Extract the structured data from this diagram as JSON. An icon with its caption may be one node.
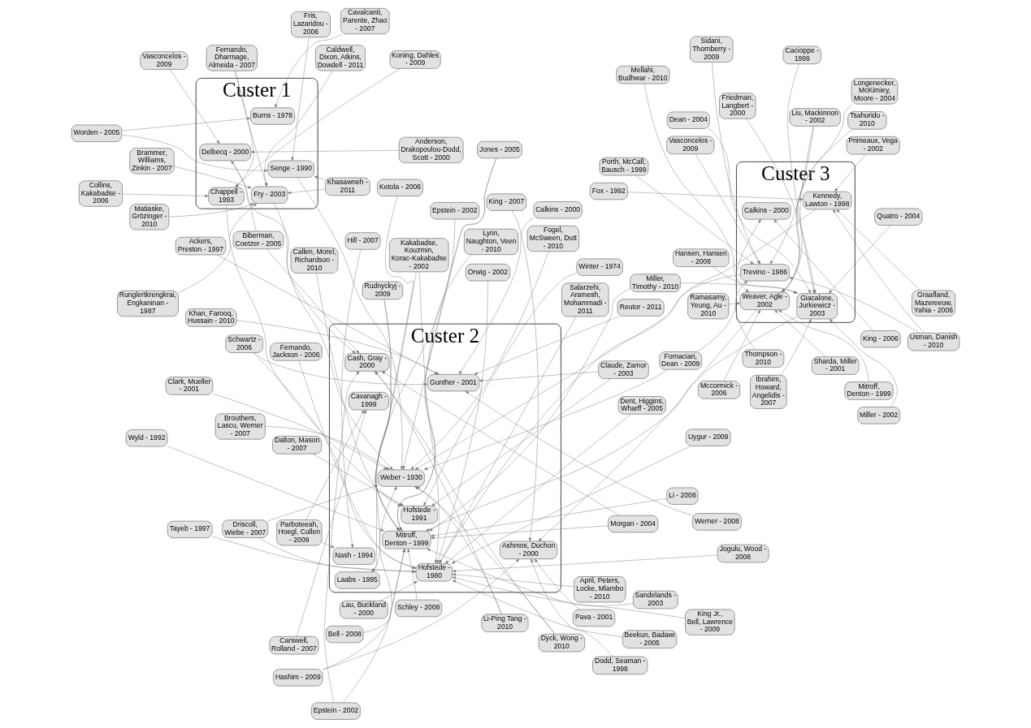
{
  "diagram": {
    "nodes": [
      {
        "text": [
          "Custer 1"
        ]
      },
      {
        "text": [
          "Fry - 2003"
        ],
        "in": 0
      },
      {
        "text": [
          "Burns - 1978"
        ],
        "in": 0
      },
      {
        "text": [
          "Delbecq - 2000"
        ],
        "in": 0
      },
      {
        "text": [
          "Chappell - 1993"
        ],
        "in": 0
      },
      {
        "text": [
          "Senge - 1990"
        ],
        "in": 0
      },
      {
        "text": [
          "Custer 2"
        ]
      },
      {
        "text": [
          "Cash, Gray - 2000"
        ],
        "in": 6
      },
      {
        "text": [
          "Cavanagh - 1999"
        ],
        "in": 6
      },
      {
        "text": [
          "Gunther - 2001"
        ],
        "in": 6
      },
      {
        "text": [
          "Hofstede - 1991"
        ],
        "in": 6
      },
      {
        "text": [
          "Weber - 1930"
        ],
        "in": 6
      },
      {
        "text": [
          "Nash - 1994"
        ],
        "in": 6
      },
      {
        "text": [
          "Ashmos, Duchon - 2000"
        ],
        "in": 6
      },
      {
        "text": [
          "Hofstede - 1980"
        ],
        "in": 6
      },
      {
        "text": [
          "Laabs - 1995"
        ],
        "in": 6
      },
      {
        "text": [
          "Mitroff, Denton - 1999"
        ],
        "in": 6
      },
      {
        "text": [
          "Custer 3"
        ]
      },
      {
        "text": [
          "Trevino - 1986"
        ],
        "in": 17
      },
      {
        "text": [
          "Kennedy, Lawton - 1998"
        ],
        "in": 17
      },
      {
        "text": [
          "Calkins - 2000"
        ],
        "in": 17
      },
      {
        "text": [
          "Weaver, Agle - 2002"
        ],
        "in": 17
      },
      {
        "text": [
          "Giacalone, Jurkiewicz - 2003"
        ],
        "in": 17
      },
      {
        "text": [
          "Khasawneh - 2011"
        ]
      },
      {
        "text": [
          "Cavalcanti, Parente, Zhao - 2007"
        ]
      },
      {
        "text": [
          "Fernando, Dharmage, Almeida - 2007"
        ]
      },
      {
        "text": [
          "Anderson, Drakopoulou-Dodd, Scott - 2000"
        ]
      },
      {
        "text": [
          "Biberman, Coetzer - 2005"
        ]
      },
      {
        "text": [
          "Vasconcelos - 2009"
        ]
      },
      {
        "text": [
          "Morgan - 2004"
        ]
      },
      {
        "text": [
          "Dalton, Mason - 2007"
        ]
      },
      {
        "text": [
          "Li-Ping Tang - 2010"
        ]
      },
      {
        "text": [
          "Carswell, Rolland - 2007"
        ]
      },
      {
        "text": [
          "Parboteeah, Hoegl, Cullen - 2009"
        ]
      },
      {
        "text": [
          "Brouthers, Lascu, Werner - 2007"
        ]
      },
      {
        "text": [
          "Schwartz - 2006"
        ]
      },
      {
        "text": [
          "Calkins - 2000"
        ]
      },
      {
        "text": [
          "King - 2007"
        ]
      },
      {
        "text": [
          "Reutor - 2011"
        ]
      },
      {
        "text": [
          "Hill - 2007"
        ]
      },
      {
        "text": [
          "Ackers, Preston - 1997"
        ]
      },
      {
        "text": [
          "Epstein - 2002"
        ]
      },
      {
        "text": [
          "Salarzehi, Aramesh, Mohammadi - 2011"
        ]
      },
      {
        "text": [
          "Werner - 2008"
        ]
      },
      {
        "text": [
          "Khan, Farooq, Hussain - 2010"
        ]
      },
      {
        "text": [
          "Fogel, McSween, Dutt - 2010"
        ]
      },
      {
        "text": [
          "Claude, Zamor - 2003"
        ]
      },
      {
        "text": [
          "April, Peters, Locke, Mlambo - 2010"
        ]
      },
      {
        "text": [
          "Clark, Mueller - 2001"
        ]
      },
      {
        "text": [
          "Tayeb - 1997"
        ]
      },
      {
        "text": [
          "Jones - 2005"
        ]
      },
      {
        "text": [
          "Dent, Higgins, Wharff - 2005"
        ]
      },
      {
        "text": [
          "Driscoll, Wiebe - 2007"
        ]
      },
      {
        "text": [
          "Orwig - 2002"
        ]
      },
      {
        "text": [
          "Fernando, Jackson - 2006"
        ]
      },
      {
        "text": [
          "Lau, Buckland - 2000"
        ]
      },
      {
        "text": [
          "Wyld - 1992"
        ]
      },
      {
        "text": [
          "King Jr., Bell, Lawrence - 2009"
        ]
      },
      {
        "text": [
          "Bell - 2008"
        ]
      },
      {
        "text": [
          "Schley - 2008"
        ]
      },
      {
        "text": [
          "Beekun, Badawi - 2005"
        ]
      },
      {
        "text": [
          "Hashim - 2009"
        ]
      },
      {
        "text": [
          "Ketola - 2006"
        ]
      },
      {
        "text": [
          "Jogulu, Wood - 2008"
        ]
      },
      {
        "text": [
          "Rudnyckyj - 2009"
        ]
      },
      {
        "text": [
          "Li - 2008"
        ]
      },
      {
        "text": [
          "Sandelands - 2003"
        ]
      },
      {
        "text": [
          "Dodd, Seaman - 1998"
        ]
      },
      {
        "text": [
          "Uygur - 2009"
        ]
      },
      {
        "text": [
          "Epstein - 2002"
        ]
      },
      {
        "text": [
          "Kakabadse, Kouzmin, Korac-Kakabadse - 2002"
        ]
      },
      {
        "text": [
          "Lynn, Naughton, Veen - 2010"
        ]
      },
      {
        "text": [
          "Ramasamy, Yeung, Au - 2010"
        ]
      },
      {
        "text": [
          "Hansen, Hansen - 2008"
        ]
      },
      {
        "text": [
          "Miller - 2002"
        ]
      },
      {
        "text": [
          "King - 2006"
        ]
      },
      {
        "text": [
          "Dean - 2004"
        ]
      },
      {
        "text": [
          "Miller, Timothy - 2010"
        ]
      },
      {
        "text": [
          "Ibrahim, Howard, Angelidis - 2007"
        ]
      },
      {
        "text": [
          "Mitroff, Denton - 1999"
        ]
      },
      {
        "text": [
          "Mellahi, Budhwar - 2010"
        ]
      },
      {
        "text": [
          "Tsahuridu - 2010"
        ]
      },
      {
        "text": [
          "Liu, Mackinnon - 2002"
        ]
      },
      {
        "text": [
          "Friedman, Langbert - 2000"
        ]
      },
      {
        "text": [
          "Primeaux, Vega - 2002"
        ]
      },
      {
        "text": [
          "Quatro - 2004"
        ]
      },
      {
        "text": [
          "Graafland, Mazereeuw, Yahia - 2006"
        ]
      },
      {
        "text": [
          "Cacioppe - 1999"
        ]
      },
      {
        "text": [
          "Thompson - 2010"
        ]
      },
      {
        "text": [
          "Sharda, Miller - 2001"
        ]
      },
      {
        "text": [
          "Mccormick - 2006"
        ]
      },
      {
        "text": [
          "Usman, Danish - 2010"
        ]
      },
      {
        "text": [
          "Longenecker, McKimiey, Moore - 2004"
        ]
      },
      {
        "text": [
          "Vasconcelos - 2009"
        ]
      },
      {
        "text": [
          "Fox - 1992"
        ]
      },
      {
        "text": [
          "Sidani, Thornberry - 2009"
        ]
      },
      {
        "text": [
          "Porth, McCall, Bausch - 1999"
        ]
      },
      {
        "text": [
          "Fornaciari, Dean - 2009"
        ]
      },
      {
        "text": [
          "Pava - 2001"
        ]
      },
      {
        "text": [
          "Callen, Morel, Richardson - 2010"
        ]
      },
      {
        "text": [
          "Winter - 1974"
        ]
      },
      {
        "text": [
          "Dyck, Wong - 2010"
        ]
      },
      {
        "text": [
          "Fris, Lazaridou - 2006"
        ]
      },
      {
        "text": [
          "Koning, Dahles - 2009"
        ]
      },
      {
        "text": [
          "Collins, Kakabadse - 2006"
        ]
      },
      {
        "text": [
          "Caldwell, Dixon, Atkins, Dowdell - 2011"
        ]
      },
      {
        "text": [
          "Brammer, Williams, Zinkin - 2007"
        ]
      },
      {
        "text": [
          "Matiaske, Grözinger - 2010"
        ]
      },
      {
        "text": [
          "Runglertkrengkrai, Engkaninan - 1987"
        ]
      },
      {
        "text": [
          "Worden - 2005"
        ]
      }
    ],
    "edges": [
      {
        "from": 23,
        "to": 1,
        "arrow": "to"
      },
      {
        "from": 24,
        "to": 2,
        "arrow": "to"
      },
      {
        "from": 25,
        "to": 4,
        "arrow": "to"
      },
      {
        "from": 26,
        "to": 3,
        "arrow": "to"
      },
      {
        "from": 27,
        "to": 7,
        "arrow": "to"
      },
      {
        "from": 28,
        "to": 3,
        "arrow": "to"
      },
      {
        "from": 29,
        "to": 16,
        "arrow": "to"
      },
      {
        "from": 30,
        "to": 10,
        "arrow": "to"
      },
      {
        "from": 31,
        "to": 7,
        "arrow": "to"
      },
      {
        "from": 32,
        "to": 8,
        "arrow": "to"
      },
      {
        "from": 33,
        "to": 8,
        "arrow": "to"
      },
      {
        "from": 34,
        "to": 11,
        "arrow": "to"
      },
      {
        "from": 35,
        "to": 9,
        "arrow": "to"
      },
      {
        "from": 36,
        "to": 9,
        "arrow": "to"
      },
      {
        "from": 37,
        "to": 13,
        "arrow": "to"
      },
      {
        "from": 38,
        "to": 9,
        "arrow": "to"
      },
      {
        "from": 39,
        "to": 12,
        "arrow": "to"
      },
      {
        "from": 40,
        "to": 9,
        "arrow": "to"
      },
      {
        "from": 41,
        "to": 11,
        "arrow": "to"
      },
      {
        "from": 42,
        "to": 14,
        "arrow": "to"
      },
      {
        "from": 43,
        "to": 9,
        "arrow": "to"
      },
      {
        "from": 44,
        "to": 9,
        "arrow": "to"
      },
      {
        "from": 45,
        "to": 11,
        "arrow": "to"
      },
      {
        "from": 46,
        "to": 9,
        "arrow": "to"
      },
      {
        "from": 47,
        "to": 14,
        "arrow": "to"
      },
      {
        "from": 48,
        "to": 11,
        "arrow": "to"
      },
      {
        "from": 49,
        "to": 14,
        "arrow": "to"
      },
      {
        "from": 50,
        "to": 11,
        "arrow": "to"
      },
      {
        "from": 51,
        "to": 14,
        "arrow": "to"
      },
      {
        "from": 52,
        "to": 14,
        "arrow": "to"
      },
      {
        "from": 53,
        "to": 14,
        "arrow": "to"
      },
      {
        "from": 54,
        "to": 14,
        "arrow": "to"
      },
      {
        "from": 55,
        "to": 14,
        "arrow": "to"
      },
      {
        "from": 56,
        "to": 16,
        "arrow": "to"
      },
      {
        "from": 57,
        "to": 14,
        "arrow": "to"
      },
      {
        "from": 58,
        "to": 16,
        "arrow": "to"
      },
      {
        "from": 59,
        "to": 16,
        "arrow": "to"
      },
      {
        "from": 60,
        "to": 14,
        "arrow": "to"
      },
      {
        "from": 61,
        "to": 16,
        "arrow": "to"
      },
      {
        "from": 62,
        "to": 16,
        "arrow": "to"
      },
      {
        "from": 63,
        "to": 14,
        "arrow": "to"
      },
      {
        "from": 64,
        "to": 16,
        "arrow": "to"
      },
      {
        "from": 65,
        "to": 16,
        "arrow": "to"
      },
      {
        "from": 66,
        "to": 16,
        "arrow": "to"
      },
      {
        "from": 67,
        "to": 13,
        "arrow": "to"
      },
      {
        "from": 68,
        "to": 14,
        "arrow": "to"
      },
      {
        "from": 69,
        "to": 15,
        "arrow": "to"
      },
      {
        "from": 70,
        "to": 16,
        "arrow": "to"
      },
      {
        "from": 71,
        "to": 16,
        "arrow": "to"
      },
      {
        "from": 72,
        "to": 21,
        "arrow": "to"
      },
      {
        "from": 73,
        "to": 22,
        "arrow": "to"
      },
      {
        "from": 74,
        "to": 22,
        "arrow": "to"
      },
      {
        "from": 75,
        "to": 20,
        "arrow": "to"
      },
      {
        "from": 76,
        "to": 22,
        "arrow": "to"
      },
      {
        "from": 77,
        "to": 22,
        "arrow": "to"
      },
      {
        "from": 78,
        "to": 22,
        "arrow": "to"
      },
      {
        "from": 79,
        "to": 21,
        "arrow": "to"
      },
      {
        "from": 80,
        "to": 21,
        "arrow": "to"
      },
      {
        "from": 81,
        "to": 21,
        "arrow": "to"
      },
      {
        "from": 82,
        "to": 18,
        "arrow": "to"
      },
      {
        "from": 83,
        "to": 22,
        "arrow": "to"
      },
      {
        "from": 84,
        "to": 19,
        "arrow": "to"
      },
      {
        "from": 85,
        "to": 22,
        "arrow": "to"
      },
      {
        "from": 86,
        "to": 19,
        "arrow": "to"
      },
      {
        "from": 87,
        "to": 22,
        "arrow": "to"
      },
      {
        "from": 88,
        "to": 18,
        "arrow": "to"
      },
      {
        "from": 89,
        "to": 21,
        "arrow": "to"
      },
      {
        "from": 90,
        "to": 21,
        "arrow": "to"
      },
      {
        "from": 91,
        "to": 18,
        "arrow": "to"
      },
      {
        "from": 92,
        "to": 21,
        "arrow": "to"
      },
      {
        "from": 93,
        "to": 18,
        "arrow": "to"
      },
      {
        "from": 94,
        "to": 19,
        "arrow": "to"
      },
      {
        "from": 95,
        "to": 18,
        "arrow": "to"
      },
      {
        "from": 96,
        "to": 18,
        "arrow": "to"
      },
      {
        "from": 97,
        "to": 11,
        "arrow": "to"
      },
      {
        "from": 98,
        "to": 13,
        "arrow": "to"
      },
      {
        "from": 99,
        "to": 10,
        "arrow": "to"
      },
      {
        "from": 100,
        "to": 10,
        "arrow": "to"
      },
      {
        "from": 101,
        "to": 7,
        "arrow": "to"
      },
      {
        "from": 102,
        "to": 5,
        "arrow": "to"
      },
      {
        "from": 103,
        "to": 4,
        "arrow": "to"
      },
      {
        "from": 104,
        "to": 4,
        "arrow": "to"
      },
      {
        "from": 105,
        "to": 1,
        "arrow": "to"
      },
      {
        "from": 106,
        "to": 1,
        "arrow": "to"
      },
      {
        "from": 107,
        "to": 1,
        "arrow": "to"
      },
      {
        "from": 108,
        "to": 1,
        "arrow": "to"
      },
      {
        "from": 109,
        "to": 5,
        "arrow": "to"
      },
      {
        "from": 23,
        "to": 5,
        "arrow": "to"
      },
      {
        "from": 25,
        "to": 1,
        "arrow": "to"
      },
      {
        "from": 27,
        "to": 3,
        "arrow": "to"
      },
      {
        "from": 29,
        "to": 7,
        "arrow": "to"
      },
      {
        "from": 31,
        "to": 11,
        "arrow": "to"
      },
      {
        "from": 33,
        "to": 12,
        "arrow": "to"
      },
      {
        "from": 35,
        "to": 14,
        "arrow": "to"
      },
      {
        "from": 41,
        "to": 7,
        "arrow": "to"
      },
      {
        "from": 46,
        "to": 10,
        "arrow": "to"
      },
      {
        "from": 50,
        "to": 16,
        "arrow": "to"
      },
      {
        "from": 52,
        "to": 11,
        "arrow": "to"
      },
      {
        "from": 61,
        "to": 13,
        "arrow": "to"
      },
      {
        "from": 64,
        "to": 15,
        "arrow": "to"
      },
      {
        "from": 70,
        "to": 14,
        "arrow": "to"
      },
      {
        "from": 77,
        "to": 16,
        "arrow": "to"
      },
      {
        "from": 82,
        "to": 21,
        "arrow": "to"
      },
      {
        "from": 91,
        "to": 19,
        "arrow": "to"
      },
      {
        "from": 97,
        "to": 20,
        "arrow": "to"
      },
      {
        "from": 101,
        "to": 11,
        "arrow": "to"
      },
      {
        "from": 109,
        "to": 2,
        "arrow": "to"
      },
      {
        "from": 1,
        "to": 11,
        "arrow": "to"
      },
      {
        "from": 5,
        "to": 11,
        "arrow": "to"
      },
      {
        "from": 3,
        "to": 7,
        "arrow": "to"
      },
      {
        "from": 4,
        "to": 10,
        "arrow": "to"
      },
      {
        "from": 18,
        "to": 11,
        "arrow": "to"
      },
      {
        "from": 22,
        "to": 16,
        "arrow": "to"
      },
      {
        "from": 21,
        "to": 13,
        "arrow": "to"
      },
      {
        "from": 19,
        "to": 14,
        "arrow": "to"
      }
    ]
  }
}
